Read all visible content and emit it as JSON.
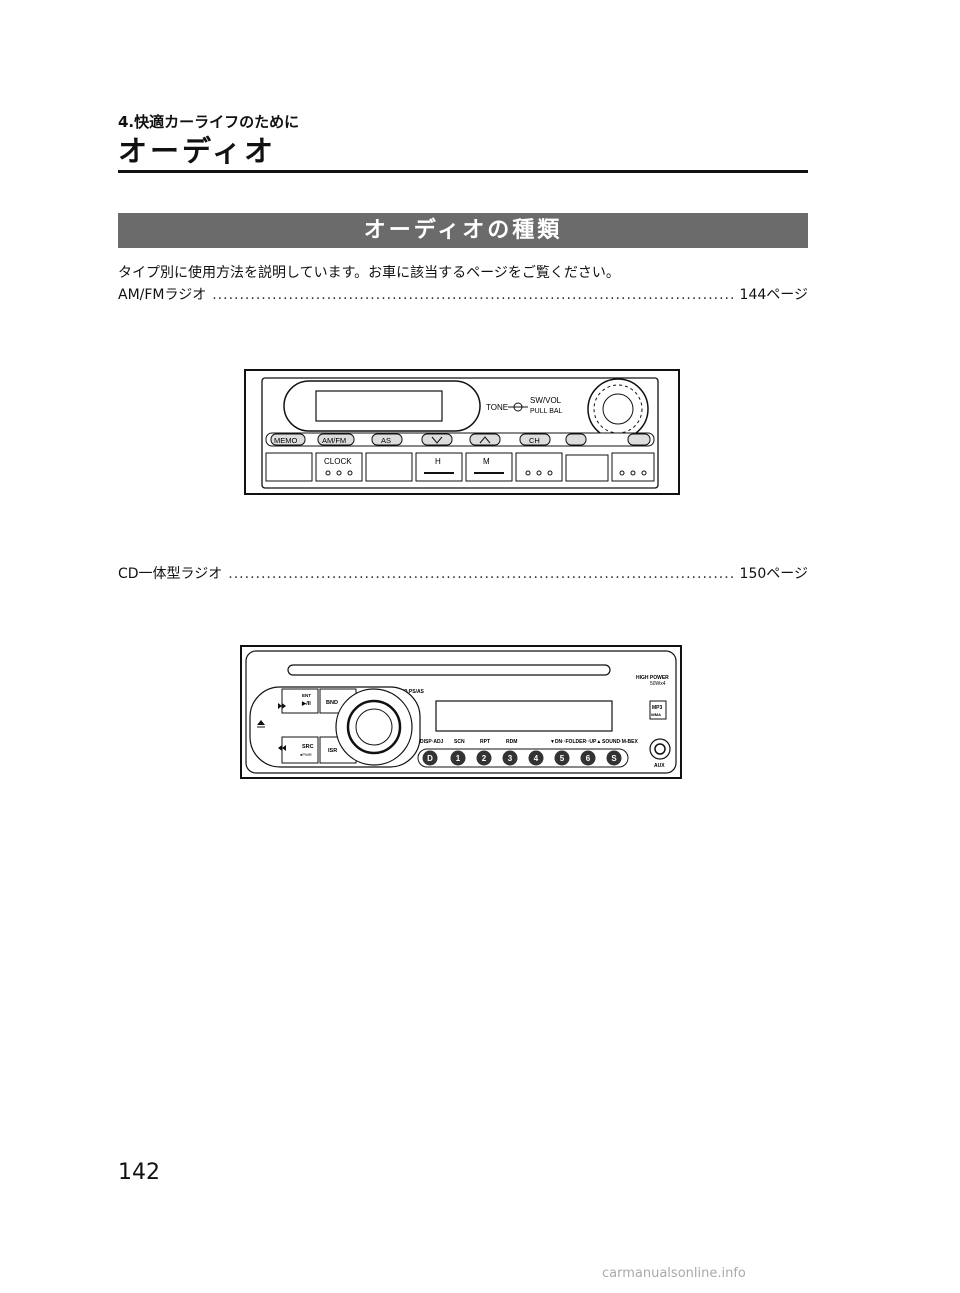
{
  "header": {
    "chapter": "4.快適カーライフのために",
    "title": "オーディオ"
  },
  "section": {
    "banner": "オーディオの種類"
  },
  "intro": "タイプ別に使用方法を説明しています。お車に該当するページをご覧ください。",
  "toc": [
    {
      "label": "AM/FMラジオ",
      "page": "144ページ"
    },
    {
      "label": "CD一体型ラジオ",
      "page": "150ページ"
    }
  ],
  "radio1": {
    "knob_left": "TONE",
    "knob_right1": "SW/VOL",
    "knob_right2": "PULL BAL",
    "buttons": [
      "MEMO",
      "AM/FM",
      "AS",
      "CH"
    ],
    "preset_labels": [
      "CLOCK",
      "H",
      "M"
    ]
  },
  "radio2": {
    "top_label": "h/2·PS/AS",
    "high_power1": "HIGH POWER",
    "high_power2": "50Wx4",
    "left_keys": [
      "ENT",
      "▶/II",
      "BND",
      "SRC",
      "●PWR",
      "ISR"
    ],
    "func_labels": [
      "DISP·ADJ",
      "SCN",
      "RPT",
      "RDM",
      "▼DN··FOLDER··UP▲",
      "SOUND·M-BEX"
    ],
    "preset_buttons": [
      "D",
      "1",
      "2",
      "3",
      "4",
      "5",
      "6",
      "S"
    ],
    "mp3_badge1": "MP3",
    "mp3_badge2": "WMA",
    "aux_label": "AUX"
  },
  "page_number": "142",
  "watermark": "carmanualsonline.info"
}
